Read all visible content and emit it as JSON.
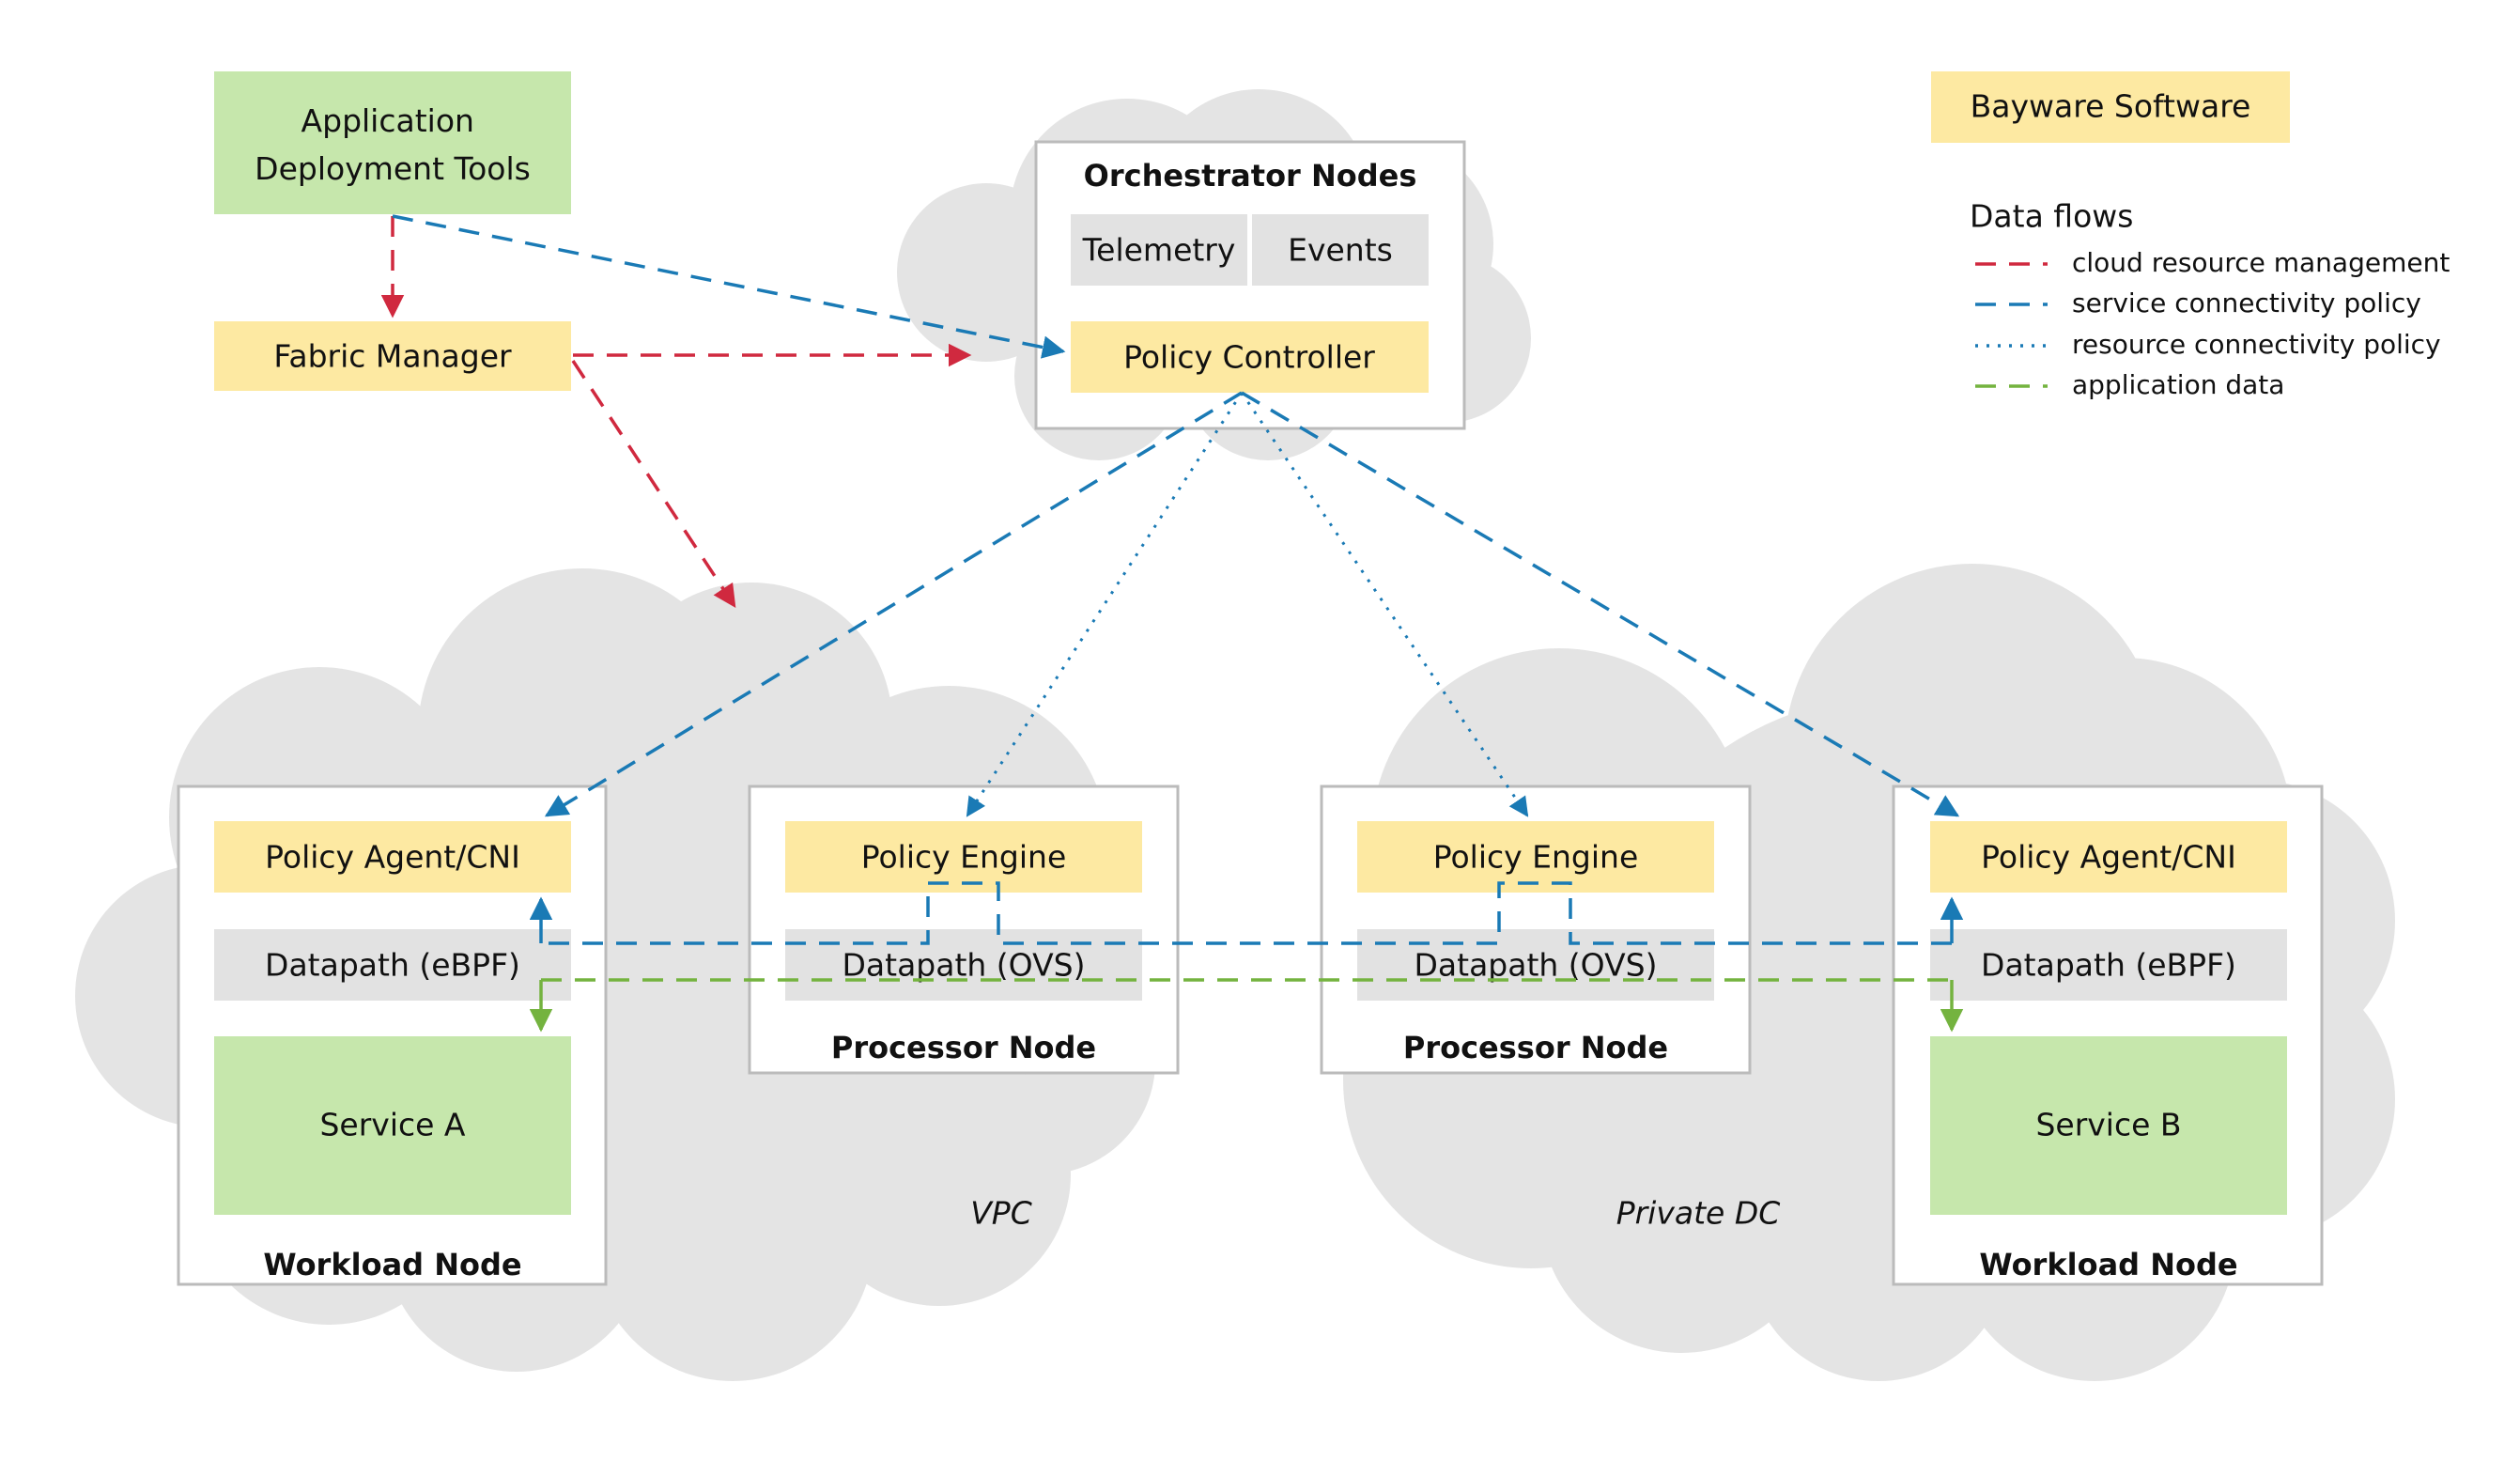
{
  "legend": {
    "bayware_software": "Bayware Software",
    "data_flows_title": "Data flows",
    "flows": [
      {
        "label": "cloud resource management",
        "color": "#d0293f",
        "style": "dashed"
      },
      {
        "label": "service connectivity policy",
        "color": "#1a7ab5",
        "style": "dashed"
      },
      {
        "label": "resource connectivity policy",
        "color": "#1a7ab5",
        "style": "dotted"
      },
      {
        "label": "application data",
        "color": "#74b33f",
        "style": "dashed"
      }
    ]
  },
  "colors": {
    "bayware": "#fde9a2",
    "application": "#c6e7ac",
    "datapath": "#e2e2e2",
    "cloud": "#e4e4e4",
    "node_border": "#bbbbbb"
  },
  "top": {
    "app_tools": "Application\nDeployment Tools",
    "fabric_manager": "Fabric Manager"
  },
  "orchestrator": {
    "title": "Orchestrator Nodes",
    "telemetry": "Telemetry",
    "events": "Events",
    "policy_controller": "Policy Controller"
  },
  "clouds": {
    "vpc": "VPC",
    "private_dc": "Private DC"
  },
  "workload_a": {
    "agent": "Policy Agent/CNI",
    "datapath": "Datapath (eBPF)",
    "service": "Service A",
    "title": "Workload Node"
  },
  "processor_1": {
    "engine": "Policy Engine",
    "datapath": "Datapath (OVS)",
    "title": "Processor Node"
  },
  "processor_2": {
    "engine": "Policy Engine",
    "datapath": "Datapath (OVS)",
    "title": "Processor Node"
  },
  "workload_b": {
    "agent": "Policy Agent/CNI",
    "datapath": "Datapath (eBPF)",
    "service": "Service B",
    "title": "Workload Node"
  }
}
